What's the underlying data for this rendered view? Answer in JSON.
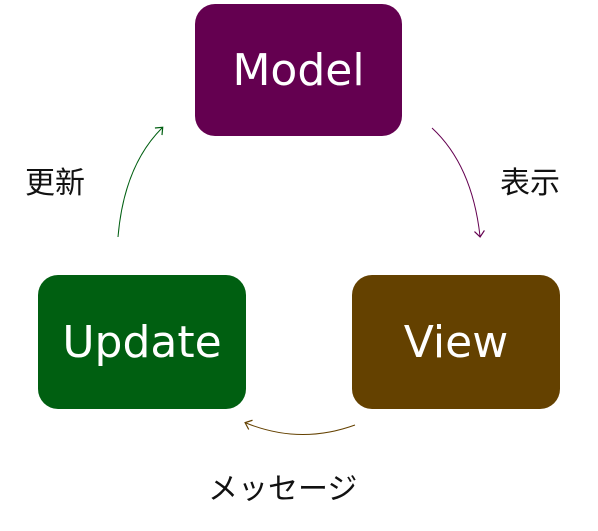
{
  "nodes": {
    "model": {
      "label": "Model",
      "color": "#640050"
    },
    "update": {
      "label": "Update",
      "color": "#005f11"
    },
    "view": {
      "label": "View",
      "color": "#644100"
    }
  },
  "edges": {
    "model_to_view": {
      "label": "表示",
      "color": "#640050"
    },
    "view_to_update": {
      "label": "メッセージ",
      "color": "#644100"
    },
    "update_to_model": {
      "label": "更新",
      "color": "#005f11"
    }
  }
}
